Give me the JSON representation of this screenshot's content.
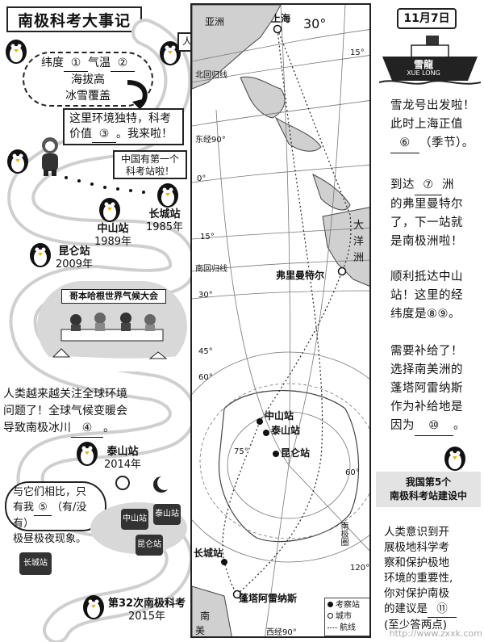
{
  "title": "南极科考大事记",
  "penguin_bubble_top": "人类还没来呐！",
  "thought": {
    "line1_a": "纬度",
    "blank1": "①",
    "line1_b": "气温",
    "blank2": "②",
    "line2": "海拔高",
    "line3": "冰雪覆盖"
  },
  "researcher": {
    "line1": "这里环境独特，科考",
    "line2_a": "价值",
    "blank3": "③",
    "line2_b": "。我来啦！"
  },
  "first_station_bubble": {
    "line1": "中国有第一个",
    "line2": "科考站啦！"
  },
  "stations": [
    {
      "name": "长城站",
      "year": "1985年"
    },
    {
      "name": "中山站",
      "year": "1989年"
    },
    {
      "name": "昆仑站",
      "year": "2009年"
    },
    {
      "name": "泰山站",
      "year": "2014年"
    }
  ],
  "conference_banner": "哥本哈根世界气候大会",
  "climate_text": {
    "line1": "人类越来越关注全球环境",
    "line2": "问题了！全球气候变暖会",
    "line3_a": "导致南极冰川",
    "blank4": "④",
    "line3_b": "。"
  },
  "compare_bubble": {
    "line1": "与它们相比，只",
    "line2_a": "有我",
    "blank5": "⑤",
    "line2_b": "（有/没有）",
    "line3": "极昼极夜现象。"
  },
  "igloo_labels": [
    "中山站",
    "泰山站",
    "昆仑站",
    "长城站"
  ],
  "expedition": {
    "name": "第32次南极科考",
    "year": "2015年"
  },
  "calendar": "11月7日",
  "ship_name": {
    "cn": "雪龍",
    "en": "XUE LONG"
  },
  "right_text": {
    "p1": {
      "line1": "雪龙号出发啦！",
      "line2": "此时上海正值",
      "blank6": "⑥",
      "line3_b": "（季节）。"
    },
    "p2": {
      "line1_a": "到达",
      "blank7": "⑦",
      "line1_b": "洲",
      "line2": "的弗里曼特尔",
      "line3": "了，下一站就",
      "line4": "是南极洲啦！"
    },
    "p3": {
      "line1": "顺利抵达中山",
      "line2": "站！这里的经",
      "line3": "纬度是⑧⑨。"
    },
    "p4": {
      "line1": "需要补给了！",
      "line2": "选择南美洲的",
      "line3": "蓬塔阿雷纳斯",
      "line4": "作为补给地是",
      "line5_a": "因为",
      "blank10": "⑩",
      "line5_b": "。"
    },
    "p5_sign": {
      "line1": "我国第5个",
      "line2": "南极科考站建设中"
    },
    "p6": {
      "line1": "人类意识到开",
      "line2": "展极地科学考",
      "line3": "察和保护极地",
      "line4": "环境的重要性,",
      "line5": "你对保护南极",
      "line6_a": "的建议是",
      "blank11": "⑪",
      "line7": "(至少答两点)"
    }
  },
  "map": {
    "labels": {
      "asia": "亚洲",
      "shanghai": "上海",
      "tropic_cancer": "北回归线",
      "tropic_capricorn": "南回归线",
      "east90": "东经90°",
      "west90": "西经90°",
      "ocean_a": "大",
      "ocean_b": "洋",
      "ocean_c": "洲",
      "fremantle": "弗里曼特尔",
      "zhongshan": "中山站",
      "taishan": "泰山站",
      "kunlun": "昆仑站",
      "great_wall": "长城站",
      "punta": "蓬塔阿雷纳斯",
      "antarctic_circle": "南极圈",
      "south_am_a": "南",
      "south_am_b": "美",
      "lat_30n": "30°",
      "lat_15n": "15°",
      "lat_0": "0°",
      "lat_15s": "15°",
      "lat_30s": "30°",
      "lat_45s": "45°",
      "lat_60s": "60°",
      "lat_75s": "75°",
      "lon_60": "60°",
      "lon_120": "120°"
    },
    "legend": {
      "station": "考察站",
      "city": "城市",
      "route": "航线"
    }
  },
  "watermark": "http://www.zxxk.com"
}
